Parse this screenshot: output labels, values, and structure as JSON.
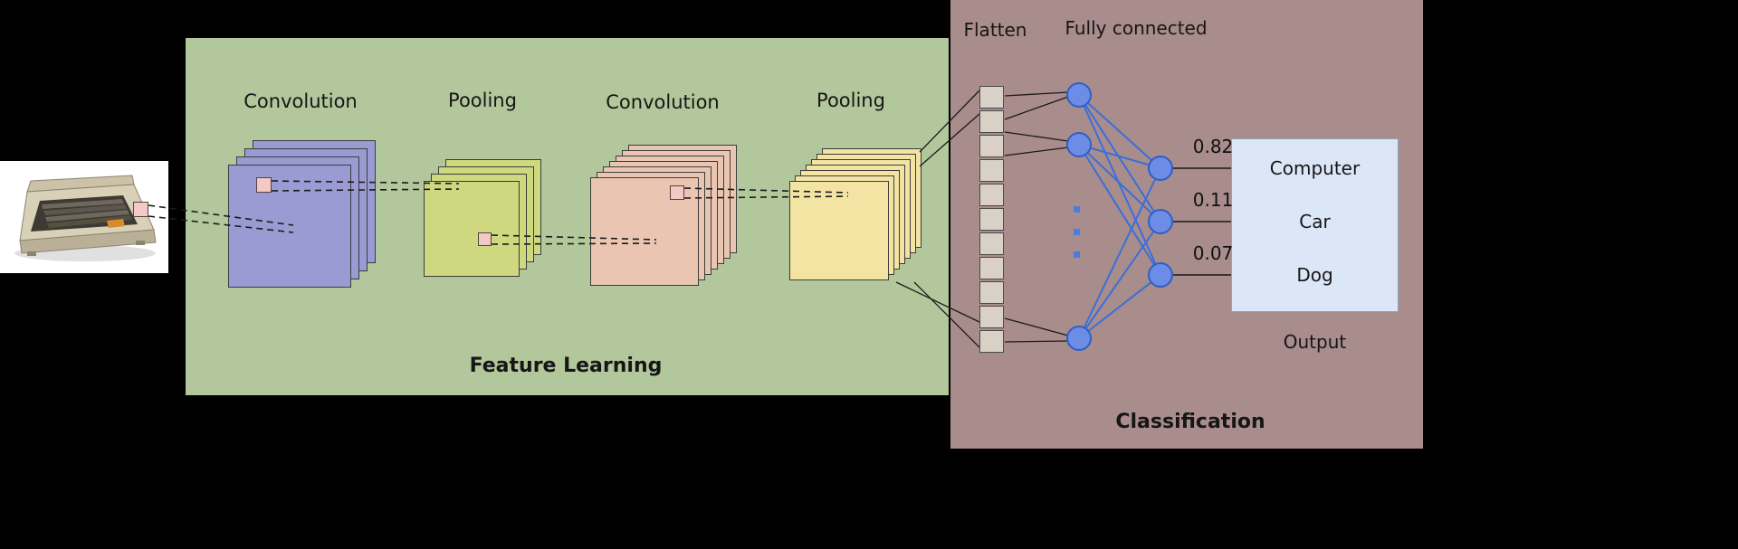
{
  "palette": {
    "background": "#000000",
    "feature_learning_box": "#b2c79b",
    "conv_layer_1": "#9b9bd4",
    "pool_layer_1": "#ced97f",
    "conv_layer_2": "#eac5b1",
    "pool_layer_2": "#f4e4a4",
    "classification_box": "#a98c8c",
    "flatten_cell": "#d9d1c5",
    "neuron": "#6c8ce5",
    "connection_blue": "#3a6fd8",
    "output_box": "#dbe6f7",
    "patch_highlight": "#f2c9c4"
  },
  "feature_learning": {
    "title": "Feature Learning",
    "layer_labels": [
      "Convolution",
      "Pooling",
      "Convolution",
      "Pooling"
    ]
  },
  "classification": {
    "title": "Classification",
    "flatten_label": "Flatten",
    "fully_connected_label": "Fully connected",
    "output_label": "Output",
    "predictions": [
      {
        "score": "0.82",
        "label": "Computer"
      },
      {
        "score": "0.11",
        "label": "Car"
      },
      {
        "score": "0.07",
        "label": "Dog"
      }
    ]
  }
}
